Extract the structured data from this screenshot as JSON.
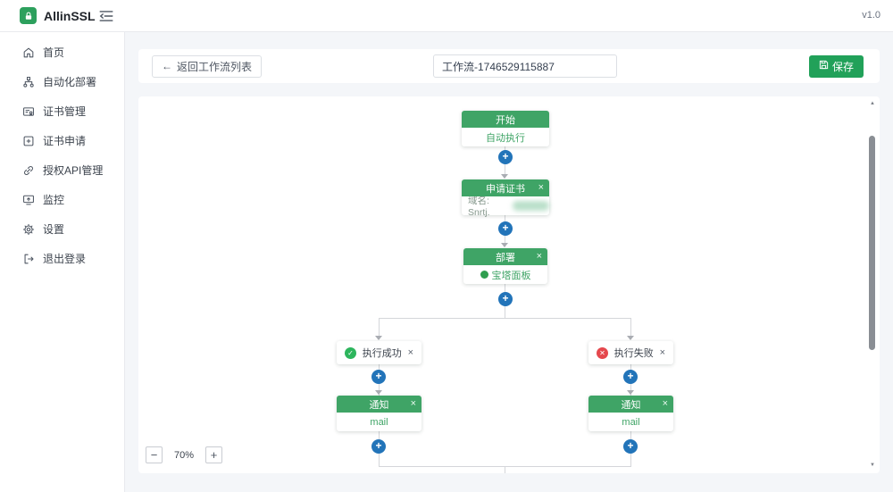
{
  "app": {
    "name": "AllinSSL",
    "version": "v1.0"
  },
  "colors": {
    "brand_green": "#3fa466",
    "save_button_green": "#21a159",
    "plus_blue": "#2274b9",
    "success_green": "#2db55d",
    "error_red": "#e5484d",
    "canvas_line": "#d4d6da"
  },
  "sidebar": {
    "items": [
      {
        "label": "首页",
        "icon": "home-icon"
      },
      {
        "label": "自动化部署",
        "icon": "deploy-icon"
      },
      {
        "label": "证书管理",
        "icon": "certificate-icon"
      },
      {
        "label": "证书申请",
        "icon": "certificate-apply-icon"
      },
      {
        "label": "授权API管理",
        "icon": "api-auth-icon"
      },
      {
        "label": "监控",
        "icon": "monitor-icon"
      },
      {
        "label": "设置",
        "icon": "settings-icon"
      },
      {
        "label": "退出登录",
        "icon": "logout-icon"
      }
    ]
  },
  "toolbar": {
    "back_label": "返回工作流列表",
    "workflow_name": "工作流-1746529115887",
    "save_label": "保存"
  },
  "canvas": {
    "nodes": {
      "start": {
        "title": "开始",
        "body": "自动执行"
      },
      "apply_cert": {
        "title": "申请证书",
        "body_prefix": "域名: Snrtj."
      },
      "deploy": {
        "title": "部署",
        "body": "宝塔面板"
      },
      "branch_success": {
        "label": "执行成功"
      },
      "branch_fail": {
        "label": "执行失败"
      },
      "notify_success": {
        "title": "通知",
        "body": "mail"
      },
      "notify_fail": {
        "title": "通知",
        "body": "mail"
      }
    },
    "zoom": {
      "out": "−",
      "level": "70%",
      "in": "+"
    }
  },
  "ui": {
    "arrow_left": "←",
    "plus": "+",
    "close": "×",
    "check": "✓",
    "cross": "✕",
    "scroll_up": "▲",
    "scroll_down": "▼"
  }
}
